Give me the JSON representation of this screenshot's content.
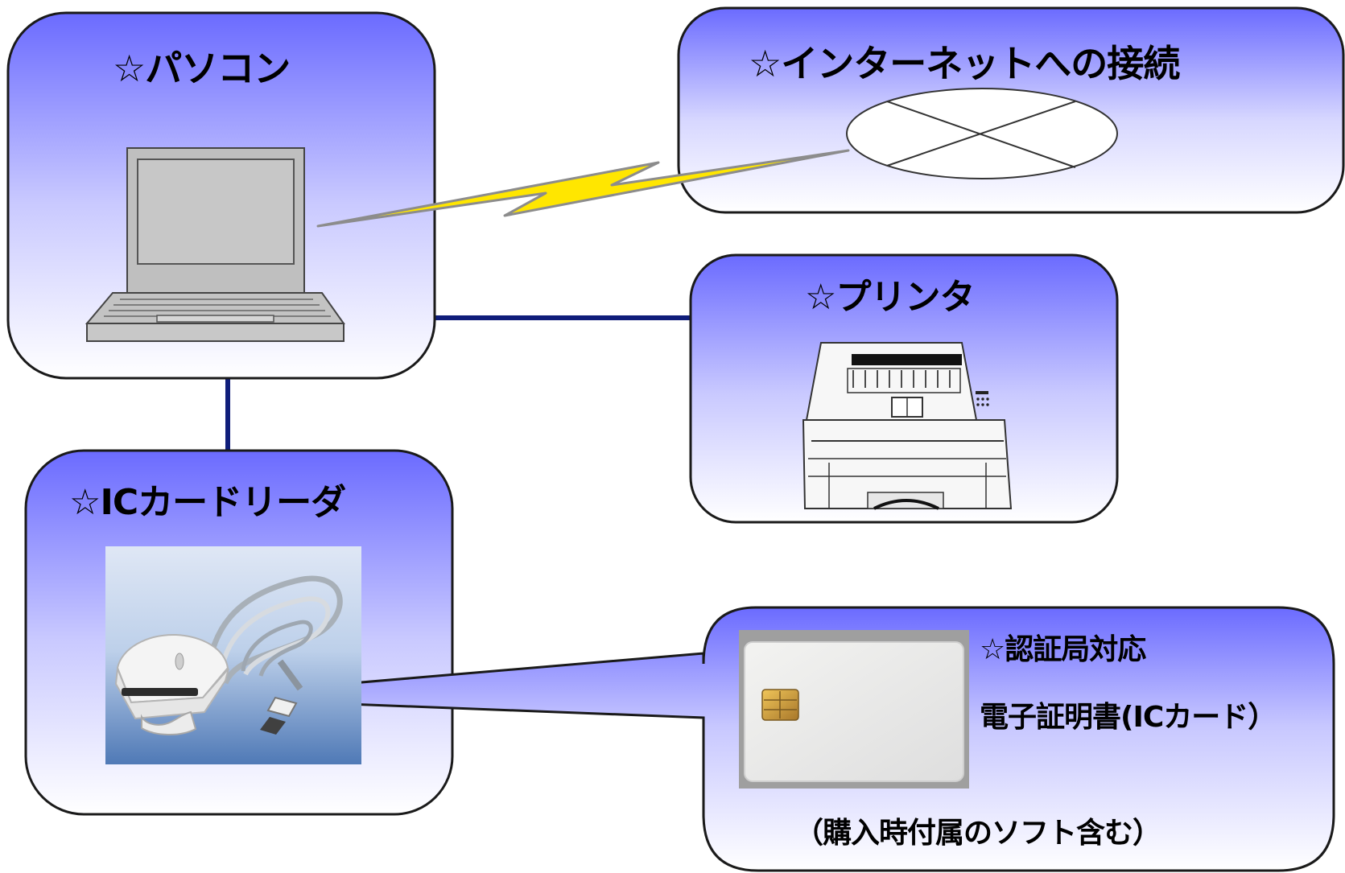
{
  "diagram": {
    "pc": {
      "title": "☆パソコン",
      "icon": "laptop-icon"
    },
    "internet": {
      "title": "☆インターネットへの接続",
      "icon": "network-cloud-icon"
    },
    "printer": {
      "title": "☆プリンタ",
      "icon": "printer-icon"
    },
    "card_reader": {
      "title": "☆ICカードリーダ",
      "icon": "ic-card-reader-photo"
    },
    "certificate": {
      "line1": "☆認証局対応",
      "line2": "電子証明書(ICカード）",
      "note": "（購入時付属のソフト含む）",
      "icon": "ic-card-photo"
    },
    "colors": {
      "box_top": "#6b6bff",
      "box_bottom": "#ffffff",
      "connector": "#0f1d7a",
      "lightning": "#ffe600",
      "lightning_stroke": "#8c8c8c"
    }
  }
}
